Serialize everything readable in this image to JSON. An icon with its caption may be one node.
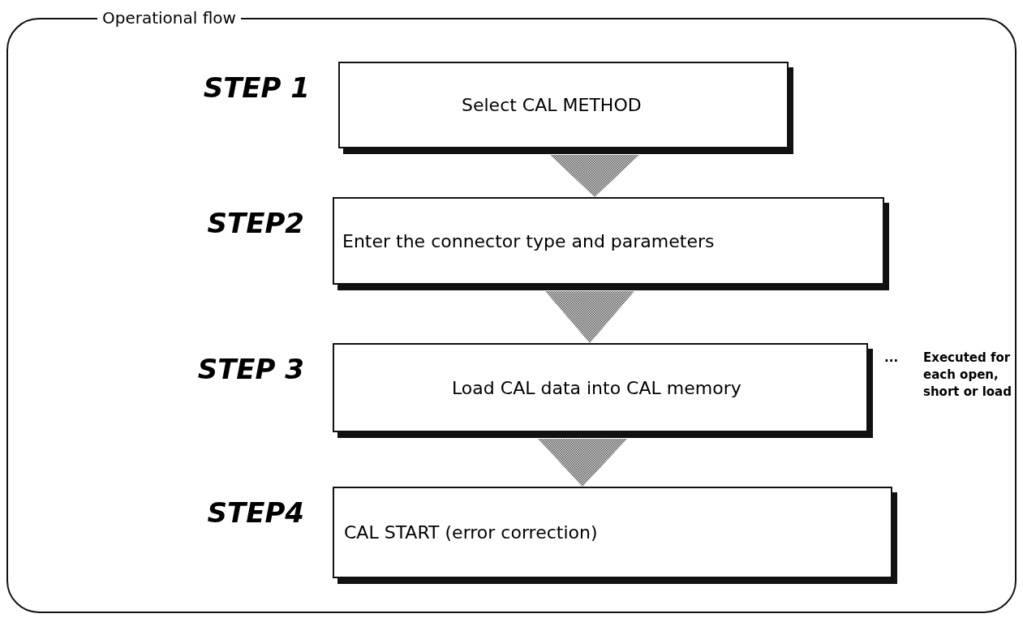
{
  "diagram": {
    "nodes": [
      {
        "text": [
          "Operational flow"
        ]
      },
      {
        "text": [
          "Select CAL METHOD"
        ],
        "in": 0,
        "beside": [
          "STEP 1"
        ]
      },
      {
        "text": [
          "Enter the connector type and parameters"
        ],
        "in": 0,
        "beside": [
          "STEP2"
        ]
      },
      {
        "text": [
          "Load CAL data into CAL memory"
        ],
        "in": 0,
        "beside": [
          "STEP 3",
          "...",
          "Executed for each open, short or load"
        ]
      },
      {
        "text": [
          "CAL START (error correction)"
        ],
        "in": 0,
        "beside": [
          "STEP4"
        ]
      }
    ],
    "edges": [
      {
        "from": 1,
        "to": 2,
        "arrow": "to"
      },
      {
        "from": 2,
        "to": 3,
        "arrow": "to"
      },
      {
        "from": 3,
        "to": 4,
        "arrow": "to"
      }
    ]
  }
}
